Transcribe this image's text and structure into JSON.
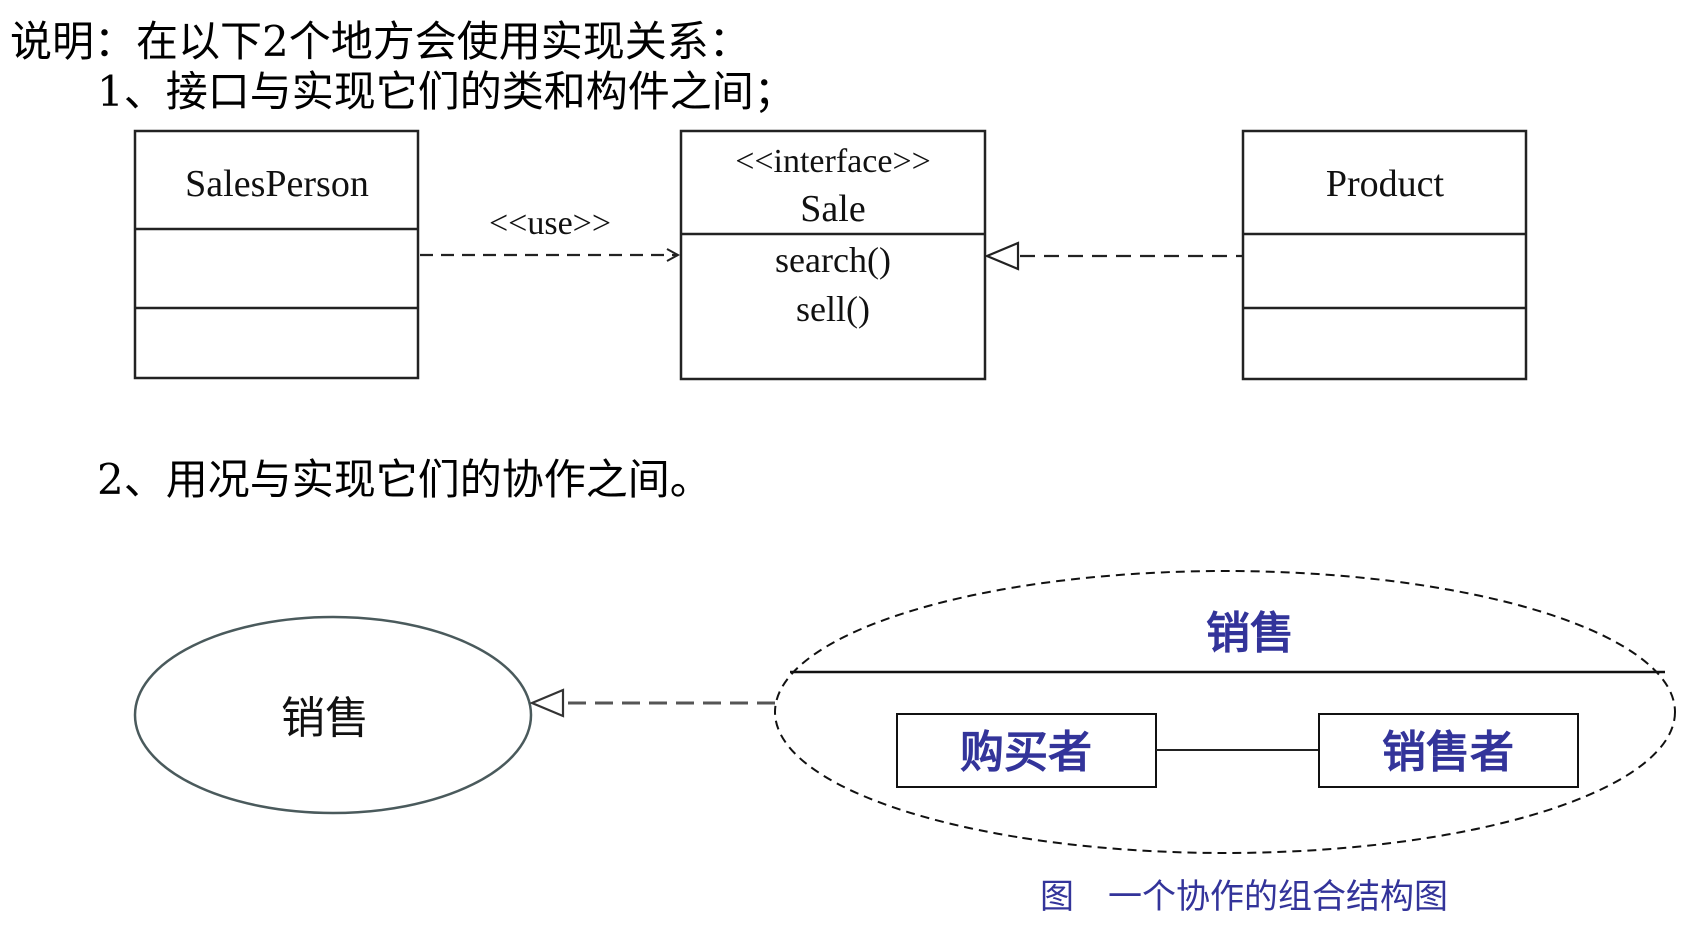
{
  "text": {
    "intro": "说明：在以下2个地方会使用实现关系：",
    "item1": "1、接口与实现它们的类和构件之间；",
    "item2": "2、用况与实现它们的协作之间。"
  },
  "class_diagram": {
    "salesperson": {
      "name": "SalesPerson"
    },
    "sale": {
      "stereotype": "<<interface>>",
      "name": "Sale",
      "operations": [
        "search()",
        "sell()"
      ]
    },
    "product": {
      "name": "Product"
    },
    "dependency_label": "<<use>>"
  },
  "collaboration_diagram": {
    "use_case_label": "销售",
    "collaboration_title": "销售",
    "roles": [
      "购买者",
      "销售者"
    ],
    "caption": "图　一个协作的组合结构图"
  },
  "colors": {
    "accent_blue": "#33349a",
    "line": "#222222",
    "use_case_stroke": "#4a5a5c"
  }
}
